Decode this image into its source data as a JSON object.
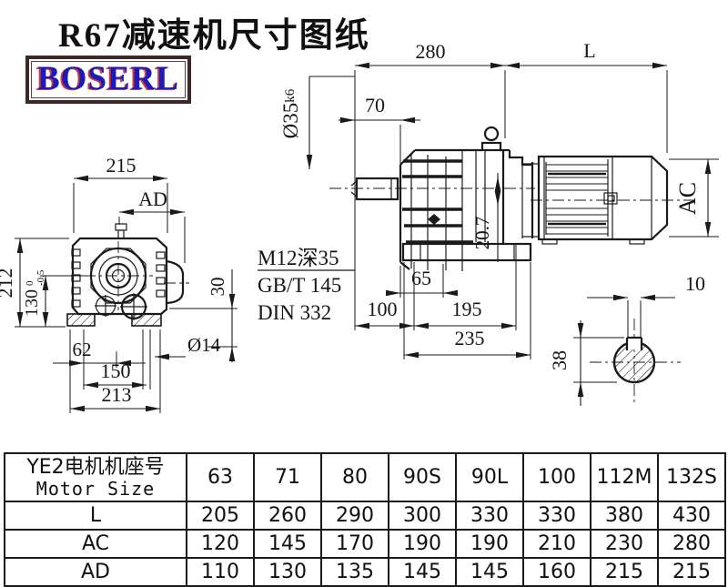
{
  "colors": {
    "line": "#1a1a1a",
    "logo_blue": "#1b1bb8",
    "logo_red": "#c33",
    "logo_border": "#3a2a26"
  },
  "header": {
    "title": "R67减速机尺寸图纸",
    "logo": "BOSERL"
  },
  "front_view": {
    "dim_width_top": "215",
    "dim_ad": "AD",
    "dim_height": "212",
    "dim_130_main": "130",
    "dim_130_tol_up": "0",
    "dim_130_tol_dn": "-0.5",
    "dim_62": "62",
    "dim_150": "150",
    "dim_213": "213",
    "dim_hole": "Ø14",
    "dim_30": "30"
  },
  "side_view": {
    "dim_280": "280",
    "dim_l": "L",
    "dim_70": "70",
    "shaft_dia_main": "Ø35",
    "shaft_dia_fit": "k6",
    "note_thread": "M12深35",
    "note_standard": "GB/T 145",
    "note_din": "DIN 332",
    "dim_65": "65",
    "dim_100": "100",
    "dim_195": "195",
    "dim_235": "235",
    "dim_20_7": "20.7",
    "dim_ac": "AC"
  },
  "section_view": {
    "dim_key_width": "10",
    "dim_shaft_height": "38"
  },
  "table": {
    "header_label_zh": "YE2电机机座号",
    "header_label_en": "Motor Size",
    "columns": [
      "63",
      "71",
      "80",
      "90S",
      "90L",
      "100",
      "112M",
      "132S"
    ],
    "rows": [
      {
        "label": "L",
        "values": [
          "205",
          "260",
          "290",
          "300",
          "330",
          "330",
          "380",
          "430"
        ]
      },
      {
        "label": "AC",
        "values": [
          "120",
          "145",
          "170",
          "190",
          "190",
          "210",
          "230",
          "280"
        ]
      },
      {
        "label": "AD",
        "values": [
          "110",
          "130",
          "135",
          "145",
          "145",
          "160",
          "215",
          "215"
        ]
      }
    ]
  }
}
